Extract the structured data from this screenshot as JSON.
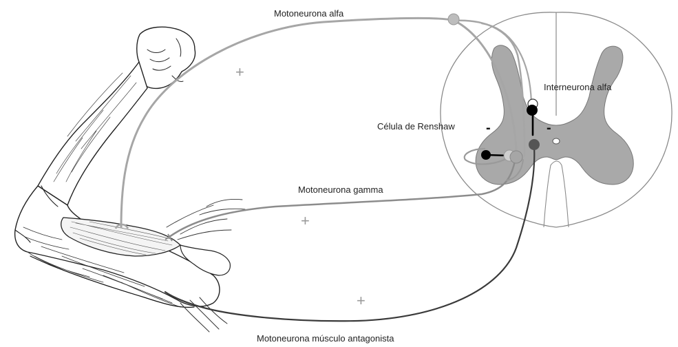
{
  "labels": {
    "alpha_motor": "Motoneurona alfa",
    "alpha_interneuron": "Interneurona alfa",
    "renshaw": "Célula de Renshaw",
    "gamma_motor": "Motoneurona gamma",
    "antagonist_motor": "Motoneurona músculo antagonista"
  },
  "signs": {
    "plus_1": "+",
    "plus_2": "+",
    "plus_3": "+",
    "minus_1": "-",
    "minus_2": "-"
  },
  "colors": {
    "alpha_path": "#a6a6a6",
    "gamma_path": "#8c8c8c",
    "antagonist_path": "#3a3a3a",
    "gray_matter": "#a9a9a9",
    "cord_outline": "#8a8a8a",
    "renshaw_cell": "#000000",
    "interneuron_cell": "#000000",
    "antagonist_cell": "#555555",
    "alpha_cell": "#bdbdbd"
  }
}
